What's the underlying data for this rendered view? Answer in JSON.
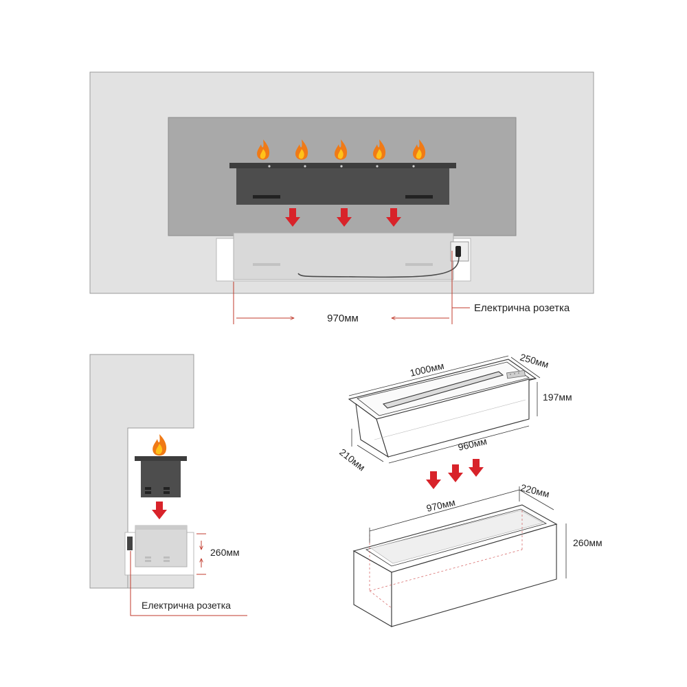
{
  "labels": {
    "front_width": "970мм",
    "front_socket": "Електрична розетка",
    "side_depth": "260мм",
    "side_socket": "Електрична розетка",
    "burner_length": "1000мм",
    "burner_width": "250мм",
    "burner_height": "197мм",
    "burner_bottom_length": "960мм",
    "burner_bottom_width": "210мм",
    "box_length": "970мм",
    "box_width": "220мм",
    "box_height": "260мм"
  },
  "colors": {
    "wall": "#e2e2e2",
    "wall_stroke": "#9a9a9a",
    "glass_panel": "#a9a9a9",
    "burner_body": "#4d4d4d",
    "burner_top": "#3d3d3d",
    "niche_box": "#dedede",
    "flame_outer": "#f07a16",
    "flame_inner": "#ffc21a",
    "arrow_red": "#d8232a",
    "dimension_line": "#c0392b",
    "text": "#222222"
  }
}
